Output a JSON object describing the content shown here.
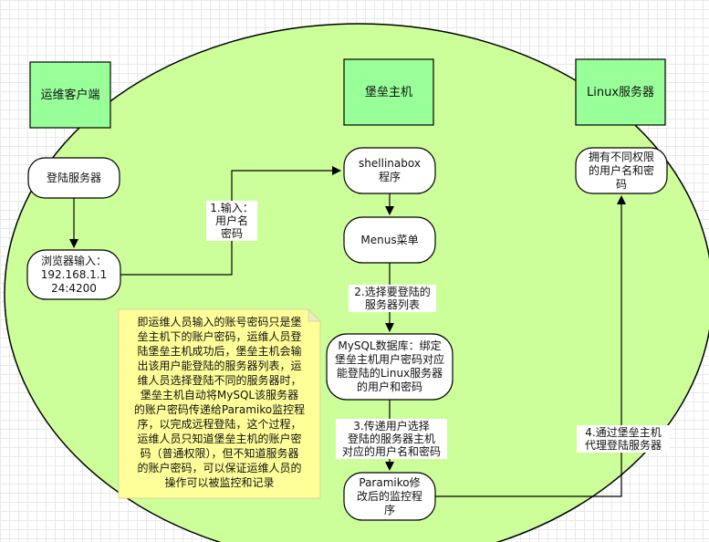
{
  "columns": {
    "ops_client": "运维客户端",
    "bastion_host": "堡垒主机",
    "linux_server": "Linux服务器"
  },
  "nodes": {
    "login_server": "登陆服务器",
    "browser_input": [
      "浏览器输入：",
      "192.168.1.1",
      "24:4200"
    ],
    "shellinabox": [
      "shellinabox",
      "程序"
    ],
    "menus": "Menus菜单",
    "mysql": [
      "MySQL数据库：绑定",
      "堡垒主机用户密码对应",
      "能登陆的Linux服务器",
      "的用户和密码"
    ],
    "paramiko": [
      "Paramiko修",
      "改后的监控程",
      "序"
    ],
    "linux_users": [
      "拥有不同权限",
      "的用户名和密",
      "码"
    ]
  },
  "edges": {
    "step1": [
      "1.输入：",
      "用户名",
      "密码"
    ],
    "step2": [
      "2.选择要登陆的",
      "服务器列表"
    ],
    "step3": [
      "3.传递用户选择",
      "登陆的服务器主机",
      "对应的用户名和密码"
    ],
    "step4": [
      "4.通过堡垒主机",
      "代理登陆服务器"
    ]
  },
  "note": [
    "即运维人员输入的账号密码只是堡",
    "垒主机下的账户密码，运维人员登",
    "陆堡垒主机成功后，堡垒主机会输",
    "出该用户能登陆的服务器列表，运",
    "维人员选择登陆不同的服务器时，",
    "堡垒主机自动将MySQL该服务器",
    "的账户密码传递给Paramiko监控程",
    "序，以完成远程登陆，这个过程，",
    "运维人员只知道堡垒主机的账户密",
    "码（普通权限），但不知道服务器",
    "的账户密码，可以保证运维人员的",
    "操作可以被监控和记录"
  ],
  "colors": {
    "ellipse_fill": "#ccff99",
    "header_fill": "#99ff99",
    "note_fill": "#ffff99",
    "node_fill": "#ffffff"
  }
}
